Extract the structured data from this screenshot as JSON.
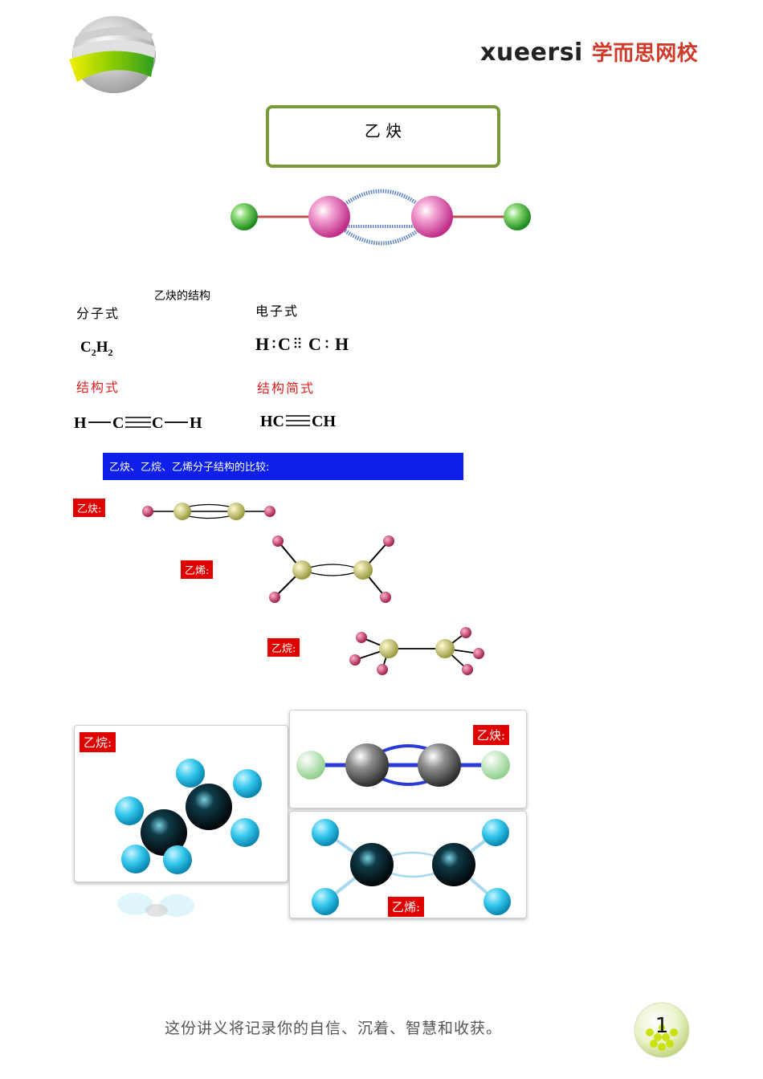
{
  "header": {
    "brand_latin": "xueersi",
    "brand_cn": "学而思网校",
    "logo_icon": "striped-sphere-icon"
  },
  "title": "乙 炔",
  "section": {
    "heading": "乙炔的结构",
    "molecular_formula_label": "分子式",
    "molecular_formula": "C₂H₂",
    "electronic_formula_label": "电子式",
    "electronic_formula": "H⁝C⁞⁞C⁝H",
    "structural_formula_label": "结构式",
    "structural_formula": "H—C≡C—H",
    "condensed_formula_label": "结构简式",
    "condensed_formula": "HC≡CH"
  },
  "comparison": {
    "banner": "乙炔、乙烷、乙烯分子结构的比较:",
    "tag_acetylene": "乙炔:",
    "tag_ethylene": "乙烯:",
    "tag_ethane": "乙烷:"
  },
  "cards": {
    "ethane_tag": "乙烷:",
    "acetylene_tag": "乙炔:",
    "ethylene_tag": "乙烯:"
  },
  "footer": {
    "motto": "这份讲义将记录你的自信、沉着、智慧和收获。",
    "page_number": "1"
  },
  "colors": {
    "title_border": "#7a9a3a",
    "banner_blue": "#0d1fe8",
    "tag_red": "#e00000",
    "label_red": "#e02020"
  }
}
